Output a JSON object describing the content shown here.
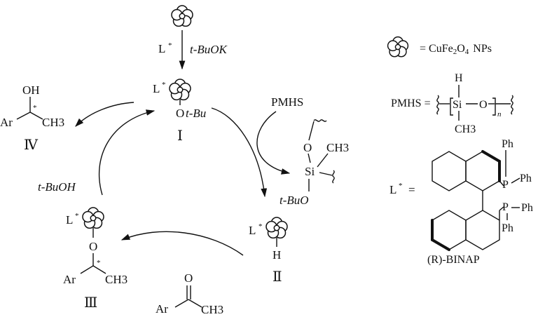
{
  "top": {
    "ligand": "L",
    "star": "*",
    "base": "t-BuOK"
  },
  "species_I": {
    "ligand": "L",
    "star": "*",
    "group_O": "O",
    "group_tbu": "t-Bu",
    "label": "Ⅰ"
  },
  "species_II": {
    "ligand": "L",
    "star": "*",
    "hydride": "H",
    "label": "Ⅱ"
  },
  "species_III": {
    "ligand": "L",
    "star": "*",
    "oxygen": "O",
    "aryl": "Ar",
    "chiral": "*",
    "methyl": "CH3",
    "label": "Ⅲ"
  },
  "product_IV": {
    "oh": "OH",
    "aryl": "Ar",
    "chiral": "*",
    "methyl": "CH3",
    "label": "Ⅳ"
  },
  "silane_step": {
    "reagent": "PMHS",
    "o_top": "O",
    "si": "Si",
    "ch3": "CH3",
    "tbuo": "t-BuO"
  },
  "release": {
    "text": "t-BuOH"
  },
  "ketone": {
    "o": "O",
    "aryl": "Ar",
    "methyl": "CH3"
  },
  "legend": {
    "np_eq": "= CuFe",
    "np_sub2": "2",
    "np_o": "O",
    "np_sub4": "4",
    "np_tail": "NPs",
    "pmhs_lhs": "PMHS =",
    "pmhs_h": "H",
    "pmhs_si": "Si",
    "pmhs_o": "O",
    "pmhs_n": "n",
    "pmhs_ch3": "CH3",
    "binap_lhs": "L",
    "binap_star": "*",
    "binap_eq": "=",
    "binap_ph": "Ph",
    "binap_p": "P",
    "binap_name": "(R)-BINAP"
  }
}
